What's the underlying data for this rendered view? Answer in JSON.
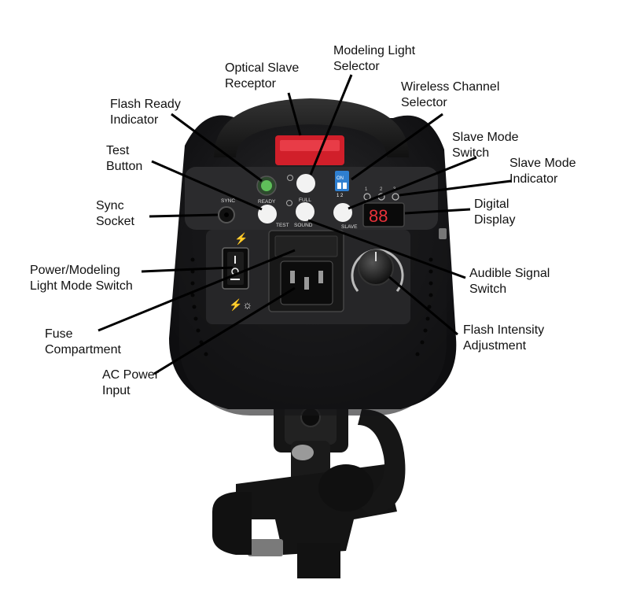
{
  "callouts": {
    "modeling_light_selector": [
      "Modeling Light",
      "Selector"
    ],
    "optical_slave_receptor": [
      "Optical Slave",
      "Receptor"
    ],
    "wireless_channel_selector": [
      "Wireless Channel",
      "Selector"
    ],
    "flash_ready_indicator": [
      "Flash Ready",
      "Indicator"
    ],
    "slave_mode_switch": [
      "Slave Mode",
      "Switch"
    ],
    "test_button": [
      "Test",
      "Button"
    ],
    "slave_mode_indicator": [
      "Slave Mode",
      "Indicator"
    ],
    "sync_socket": [
      "Sync",
      "Socket"
    ],
    "digital_display": [
      "Digital",
      "Display"
    ],
    "power_modeling_switch": [
      "Power/Modeling",
      "Light Mode Switch"
    ],
    "audible_signal_switch": [
      "Audible Signal",
      "Switch"
    ],
    "fuse_compartment": [
      "Fuse",
      "Compartment"
    ],
    "flash_intensity_adjustment": [
      "Flash Intensity",
      "Adjustment"
    ],
    "ac_power_input": [
      "AC Power",
      "Input"
    ]
  },
  "panel_labels": {
    "ready": "READY",
    "full": "FULL",
    "test": "TEST",
    "sound": "SOUND",
    "slave": "SLAVE",
    "sync": "SYNC",
    "dip_on": "ON",
    "dip_numbers": "1 2",
    "display_digits": "88",
    "slave_modes": [
      "1",
      "2",
      "3"
    ]
  },
  "colors": {
    "body": "#1d1d1f",
    "panel": "#2b2b2d",
    "buttons": "#f2f2f2",
    "ready_led": "#5fbf5a",
    "display_digits": "#e8323a",
    "dip_switch": "#2f7fd0",
    "receptor": "#d11f2a"
  }
}
